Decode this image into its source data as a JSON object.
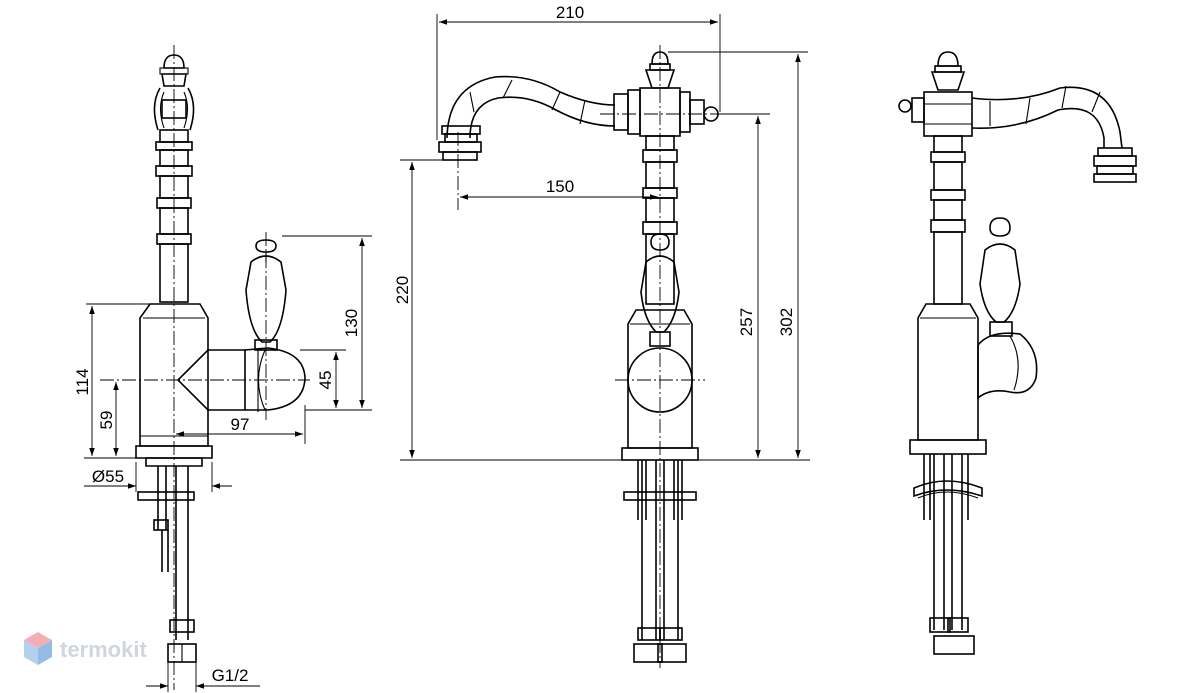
{
  "dimensions": {
    "d210": "210",
    "d150": "150",
    "d220": "220",
    "d257": "257",
    "d302": "302",
    "d130": "130",
    "d114": "114",
    "d59": "59",
    "d45": "45",
    "d97": "97",
    "d55": "Ø55",
    "g12": "G1/2"
  },
  "watermark": {
    "text": "termokit",
    "colors": {
      "cube_top": "#f2a0a8",
      "cube_left": "#a6c8ea",
      "cube_right": "#7fb1e0"
    }
  },
  "colors": {
    "line": "#000000",
    "background": "#ffffff"
  }
}
